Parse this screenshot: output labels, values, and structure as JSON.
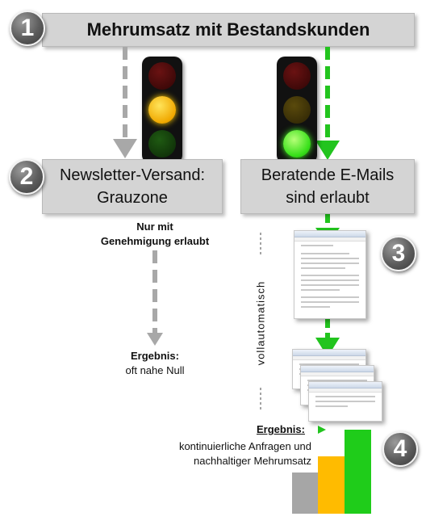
{
  "title": "Mehrumsatz mit Bestandskunden",
  "badges": [
    "1",
    "2",
    "3",
    "4"
  ],
  "left": {
    "box_line1": "Newsletter-Versand:",
    "box_line2": "Grauzone",
    "note_line1": "Nur mit",
    "note_line2": "Genehmigung erlaubt",
    "result_label": "Ergebnis:",
    "result_text": "oft nahe Null"
  },
  "right": {
    "box_line1": "Beratende E-Mails",
    "box_line2": "sind erlaubt",
    "vertical_label": "vollautomatisch",
    "result_label": "Ergebnis:",
    "result_line1": "kontinuierliche Anfragen und",
    "result_line2": "nachhaltiger Mehrumsatz"
  },
  "traffic_lights": {
    "left": {
      "active": "yellow"
    },
    "right": {
      "active": "green"
    }
  },
  "colors": {
    "grey_arrow": "#a8a8a8",
    "green_arrow": "#22c41e",
    "bar_grey": "#a6a6a6",
    "bar_orange": "#ffbb00",
    "bar_green": "#1fcc1a"
  },
  "result_bars": [
    {
      "color": "grey",
      "relative_height": 0.49
    },
    {
      "color": "orange",
      "relative_height": 0.68
    },
    {
      "color": "green",
      "relative_height": 1.0
    }
  ]
}
